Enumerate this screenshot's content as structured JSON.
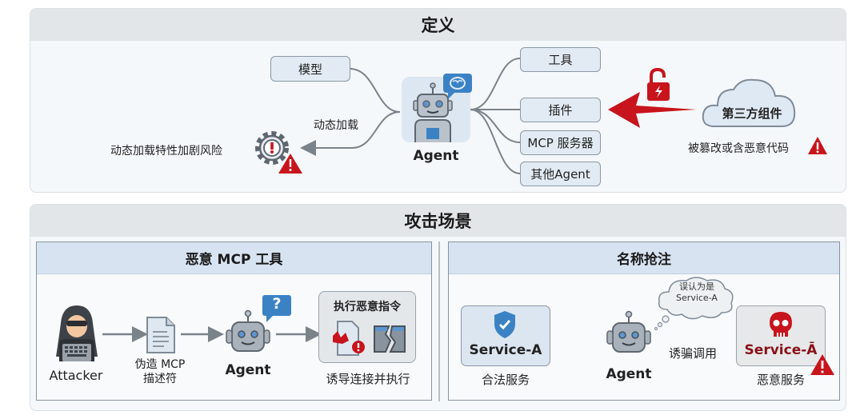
{
  "definition": {
    "title": "定义",
    "model_label": "模型",
    "dynamic_load_label": "动态加载",
    "risk_label": "动态加载特性加剧风险",
    "agent_label": "Agent",
    "components": [
      "工具",
      "插件",
      "MCP 服务器",
      "其他Agent"
    ],
    "third_party_label": "第三方组件",
    "third_party_note": "被篡改或含恶意代码"
  },
  "attack": {
    "title": "攻击场景",
    "malicious_mcp": {
      "title": "恶意 MCP 工具",
      "attacker_label": "Attacker",
      "descriptor_label_line1": "伪造 MCP",
      "descriptor_label_line2": "描述符",
      "agent_label": "Agent",
      "question_mark": "?",
      "execute_box_title": "执行恶意指令",
      "execute_caption": "诱导连接并执行"
    },
    "name_squatting": {
      "title": "名称抢注",
      "legit_service": "Service-A",
      "legit_caption": "合法服务",
      "agent_label": "Agent",
      "thought_line1": "误认为是",
      "thought_line2": "Service-A",
      "deceive_label": "诱骗调用",
      "malicious_service": "Service-Ā",
      "malicious_caption": "恶意服务"
    }
  },
  "colors": {
    "danger": "#c8141c",
    "accent_blue": "#3b82c4",
    "node_fill": "#e2ebf3",
    "connector": "#7a828a"
  }
}
